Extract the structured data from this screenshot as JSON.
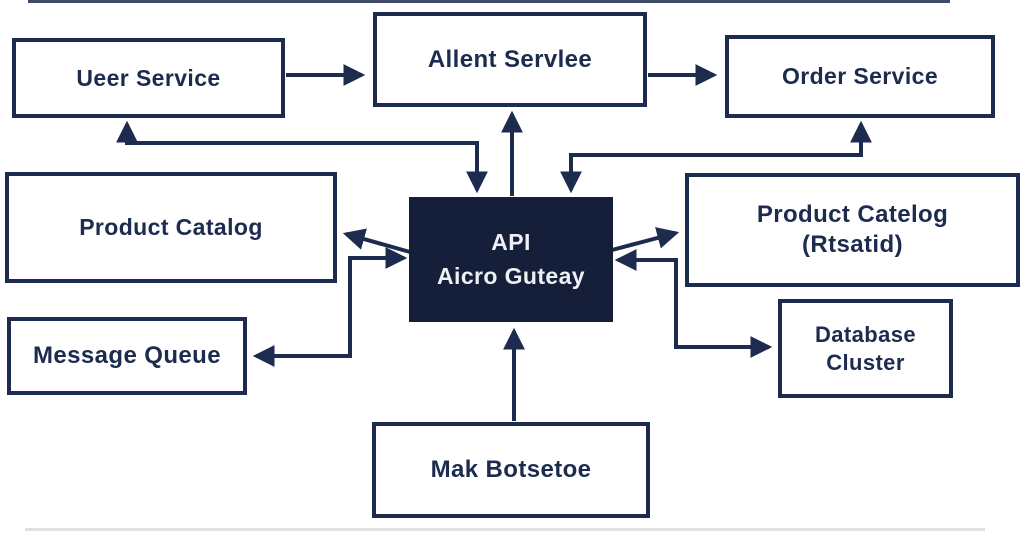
{
  "diagram": {
    "type": "architecture-flowchart",
    "colors": {
      "line": "#1c2b4e",
      "box_border": "#1c2b4e",
      "box_fill": "#ffffff",
      "api_box_fill": "#151f3a",
      "label_text": "#1c2b4e",
      "api_label_text": "#eef0f5",
      "background": "#ffffff"
    },
    "nodes": {
      "user_service": {
        "label": "Ueer Service"
      },
      "client_service": {
        "label": "Allent Servlee"
      },
      "order_service": {
        "label": "Order Service"
      },
      "product_catalog": {
        "label": "Product Catalog"
      },
      "api_gateway": {
        "label_line1": "API",
        "label_line2": "Aicro Guteay"
      },
      "product_catalog_replica": {
        "label_line1": "Product Catelog",
        "label_line2": "(Rtsatid)"
      },
      "database_cluster": {
        "label_line1": "Database",
        "label_line2": "Cluster"
      },
      "message_queue": {
        "label": "Message Queue"
      },
      "backing_service": {
        "label": "Mak Botsetoe"
      }
    },
    "connections": [
      {
        "from": "user_service",
        "to": "client_service",
        "style": "straight-right",
        "bidirectional": false
      },
      {
        "from": "client_service",
        "to": "order_service",
        "style": "straight-right",
        "bidirectional": false
      },
      {
        "from": "api_gateway",
        "to": "user_service",
        "style": "elbow",
        "bidirectional": true
      },
      {
        "from": "api_gateway",
        "to": "client_service",
        "style": "straight-up",
        "bidirectional": false
      },
      {
        "from": "api_gateway",
        "to": "order_service",
        "style": "elbow",
        "bidirectional": true
      },
      {
        "from": "api_gateway",
        "to": "product_catalog",
        "style": "diagonal-left",
        "bidirectional": false
      },
      {
        "from": "api_gateway",
        "to": "product_catalog_replica",
        "style": "diagonal-right",
        "bidirectional": false
      },
      {
        "from": "api_gateway",
        "to": "message_queue",
        "style": "elbow",
        "bidirectional": true
      },
      {
        "from": "api_gateway",
        "to": "database_cluster",
        "style": "elbow",
        "bidirectional": true
      },
      {
        "from": "backing_service",
        "to": "api_gateway",
        "style": "straight-up",
        "bidirectional": false
      }
    ]
  }
}
